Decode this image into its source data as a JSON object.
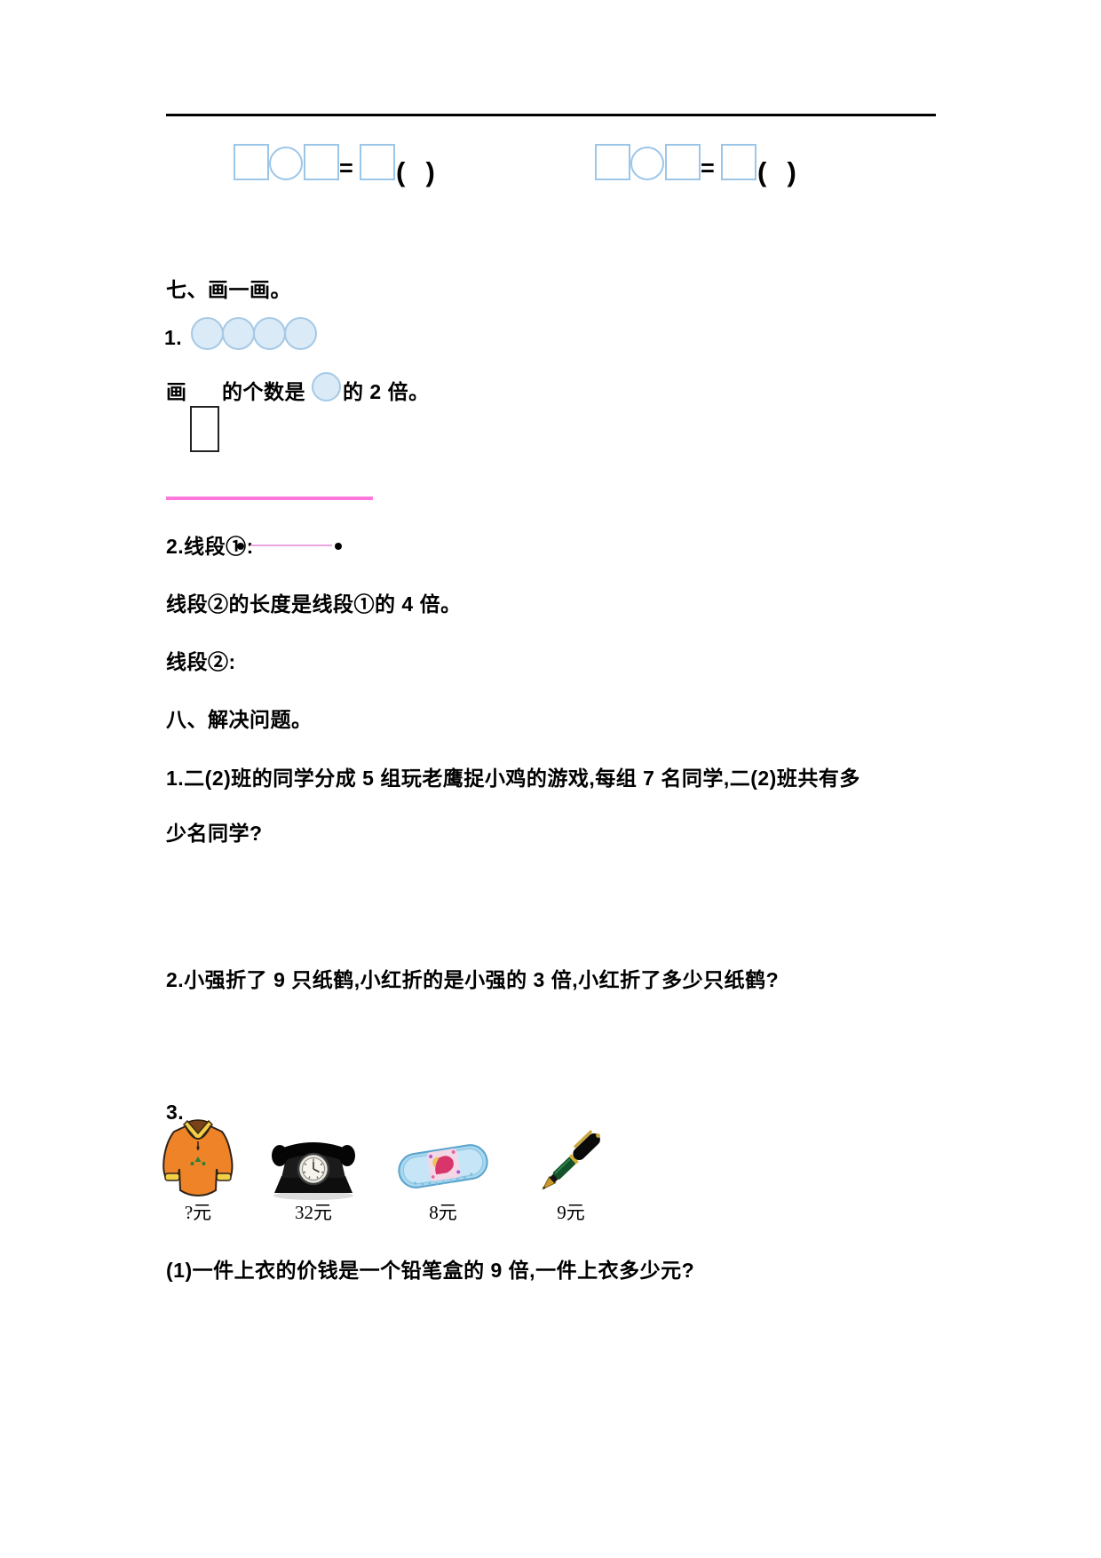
{
  "colors": {
    "equation_box_stroke": "#9cc6e8",
    "circle_fill": "#daeaf7",
    "circle_stroke": "#a6c9e5",
    "pink_line": "#ff77dd",
    "thin_pink_line": "#eda5e0",
    "text": "#000000"
  },
  "top_equations": [
    {
      "equals": "=",
      "parens": "(  )"
    },
    {
      "equals": "=",
      "parens": "(  )"
    }
  ],
  "section7": {
    "heading": "七、画一画。",
    "item1": {
      "number": "1.",
      "circle_count": 4,
      "prompt_prefix": "画",
      "prompt_middle": "的个数是",
      "prompt_suffix": "的 2 倍。"
    },
    "item2": {
      "label": "2.线段①:",
      "statement": "线段②的长度是线段①的 4 倍。",
      "answer_label": "线段②:"
    }
  },
  "section8": {
    "heading": "八、解决问题。",
    "problem1_line1": "1.二(2)班的同学分成 5 组玩老鹰捉小鸡的游戏,每组 7 名同学,二(2)班共有多",
    "problem1_line2": "少名同学?",
    "problem2": "2.小强折了 9 只纸鹤,小红折的是小强的 3 倍,小红折了多少只纸鹤?",
    "problem3": {
      "number": "3.",
      "items": [
        {
          "name": "jacket",
          "price": "?元"
        },
        {
          "name": "telephone",
          "price": "32元"
        },
        {
          "name": "pencil-case",
          "price": "8元"
        },
        {
          "name": "pen",
          "price": "9元"
        }
      ],
      "question1": "(1)一件上衣的价钱是一个铅笔盒的 9 倍,一件上衣多少元?"
    }
  }
}
